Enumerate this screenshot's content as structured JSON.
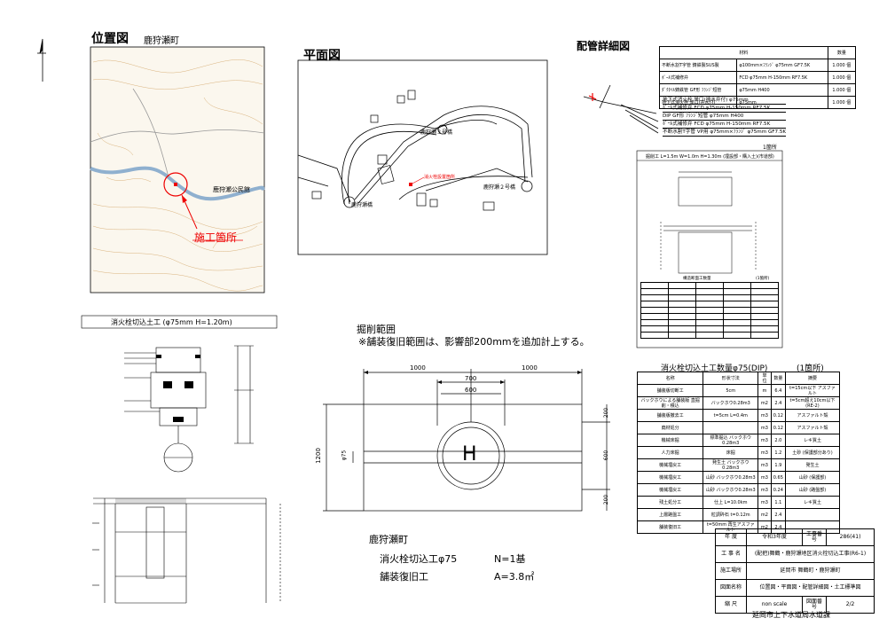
{
  "location_map": {
    "title": "位置図",
    "town": "鹿狩瀬町",
    "hall_label": "鹿狩瀬公民館",
    "site_label": "施工箇所"
  },
  "plan_view": {
    "title": "平面図",
    "bridge_3": "鹿狩瀬３号橋",
    "bridge_2": "鹿狩瀬２号橋",
    "bridge_0": "鹿狩瀬橋",
    "hydrant_label": "消火栓設置箇所"
  },
  "piping": {
    "title": "配管詳細図",
    "materials_header": [
      "材料",
      "数量"
    ],
    "materials": [
      [
        "不断水割T字管 鋳鉄製SUS製",
        "φ100mm×ﾌﾗﾝｼﾞ φ75mm GF7.5K",
        "1.000 個"
      ],
      [
        "ﾎﾞｰﾙ式補修弁",
        "FCD φ75mm H-150mm RF7.5K",
        "1.000 個"
      ],
      [
        "ﾀﾞｸﾀｲﾙ鋳鉄管 GF形 ﾌﾗﾝｼﾞ短管",
        "φ75mm H400",
        "1.000 個"
      ],
      [
        "地下式消火栓 単口(弁水付)",
        "φ75mm",
        "1.000 個"
      ]
    ],
    "callouts": [
      "地下式消火栓 単口(排水弁付) φ75mm",
      "ﾎﾞｰﾙ式補修弁 FCD φ75mm H-150mm RF7.5K",
      "DIP GF形 ﾌﾗﾝｼﾞ短管 φ75mm H400",
      "ﾎﾞｰﾙ式補修弁 FCD φ75mm H-150mm RF7.5K",
      "不断水割T字管 VP用 φ75mm×ﾌﾗﾝｼﾞ φ75mm GF7.5K"
    ]
  },
  "section_detail": {
    "count_label": "1箇所",
    "header": "掘削工 L=1.5m W=1.0m H=1.30m (埋設部・購入土)(市道部)",
    "qty_table_title": "構造断面工数量",
    "qty_table_count": "(1箇所)"
  },
  "hydrant_work": {
    "title": "消火栓切込土工 (φ75mm H=1.20m)"
  },
  "excavation": {
    "title": "掘削範囲",
    "note": "※舗装復旧範囲は、影響部200mmを追加計上する。",
    "dim_left": "1000",
    "dim_right": "1000",
    "dim_700": "700",
    "dim_600": "600",
    "dim_1200": "1200",
    "dim_phi": "φ75",
    "dim_200a": "200",
    "dim_600b": "600",
    "dim_200b": "200",
    "symbol": "H"
  },
  "summary": {
    "town": "鹿狩瀬町",
    "item1": "消火栓切込工φ75",
    "qty1": "N=1基",
    "item2": "舗装復旧工",
    "qty2": "A=3.8㎡"
  },
  "quantity_table": {
    "title": "消火栓切込土工数量φ75(DIP)",
    "count": "(1箇所)",
    "headers": [
      "名称",
      "形状寸法",
      "単位",
      "数量",
      "摘要"
    ],
    "rows": [
      [
        "舗装版切断工",
        "5cm",
        "m",
        "6.4",
        "t=15cm以下 アスファルト"
      ],
      [
        "バックホウによる舗装版 直掘削・積込",
        "バックホウ0.28m3",
        "m2",
        "2.4",
        "t=5cm超え10cm以下(RE-2)"
      ],
      [
        "舗装版撤去工",
        "t=5cm L=0.4m",
        "m3",
        "0.12",
        "アスファルト殻"
      ],
      [
        "廃材処分",
        "",
        "m3",
        "0.12",
        "アスファルト殻"
      ],
      [
        "機械床掘",
        "標準掘込 バックホウ0.28m3",
        "m3",
        "2.0",
        "レキ質土"
      ],
      [
        "人力床掘",
        "床掘",
        "m3",
        "1.2",
        "土砂 (保護部分あり)"
      ],
      [
        "機械埋戻工",
        "発生土 バックホウ0.28m3",
        "m3",
        "1.9",
        "発生土"
      ],
      [
        "機械埋戻工",
        "山砂 バックホウ0.28m3",
        "m3",
        "0.65",
        "山砂 (保護部)"
      ],
      [
        "機械埋戻工",
        "山砂 バックホウ0.28m3",
        "m3",
        "0.24",
        "山砂 (路盤部)"
      ],
      [
        "残土処分工",
        "仕上 L=10.0km",
        "m3",
        "1.1",
        "レキ質土"
      ],
      [
        "上層路盤工",
        "粒調砕石 t=0.12m",
        "m2",
        "2.4",
        ""
      ],
      [
        "舗装復旧工",
        "t=50mm 再生アスファルト",
        "m2",
        "2.4",
        ""
      ]
    ]
  },
  "title_block": {
    "year_label": "年 度",
    "year": "令和3年度",
    "work_no_label": "工事番号",
    "work_no": "286(41)",
    "project_label": "工 事 名",
    "project": "(配把)舞鶴・鹿狩瀬地区消火栓切込工事(R6-1)",
    "location_label": "施工場所",
    "location": "延岡市 舞鶴町・鹿狩瀬町",
    "drawing_label": "図面名称",
    "drawing": "位置図・平面図・配管詳細図・土工標準図",
    "scale_label": "縮 尺",
    "scale": "non scale",
    "sheet_label": "図面番号",
    "sheet": "2/2",
    "office": "延岡市上下水道局水道課"
  }
}
